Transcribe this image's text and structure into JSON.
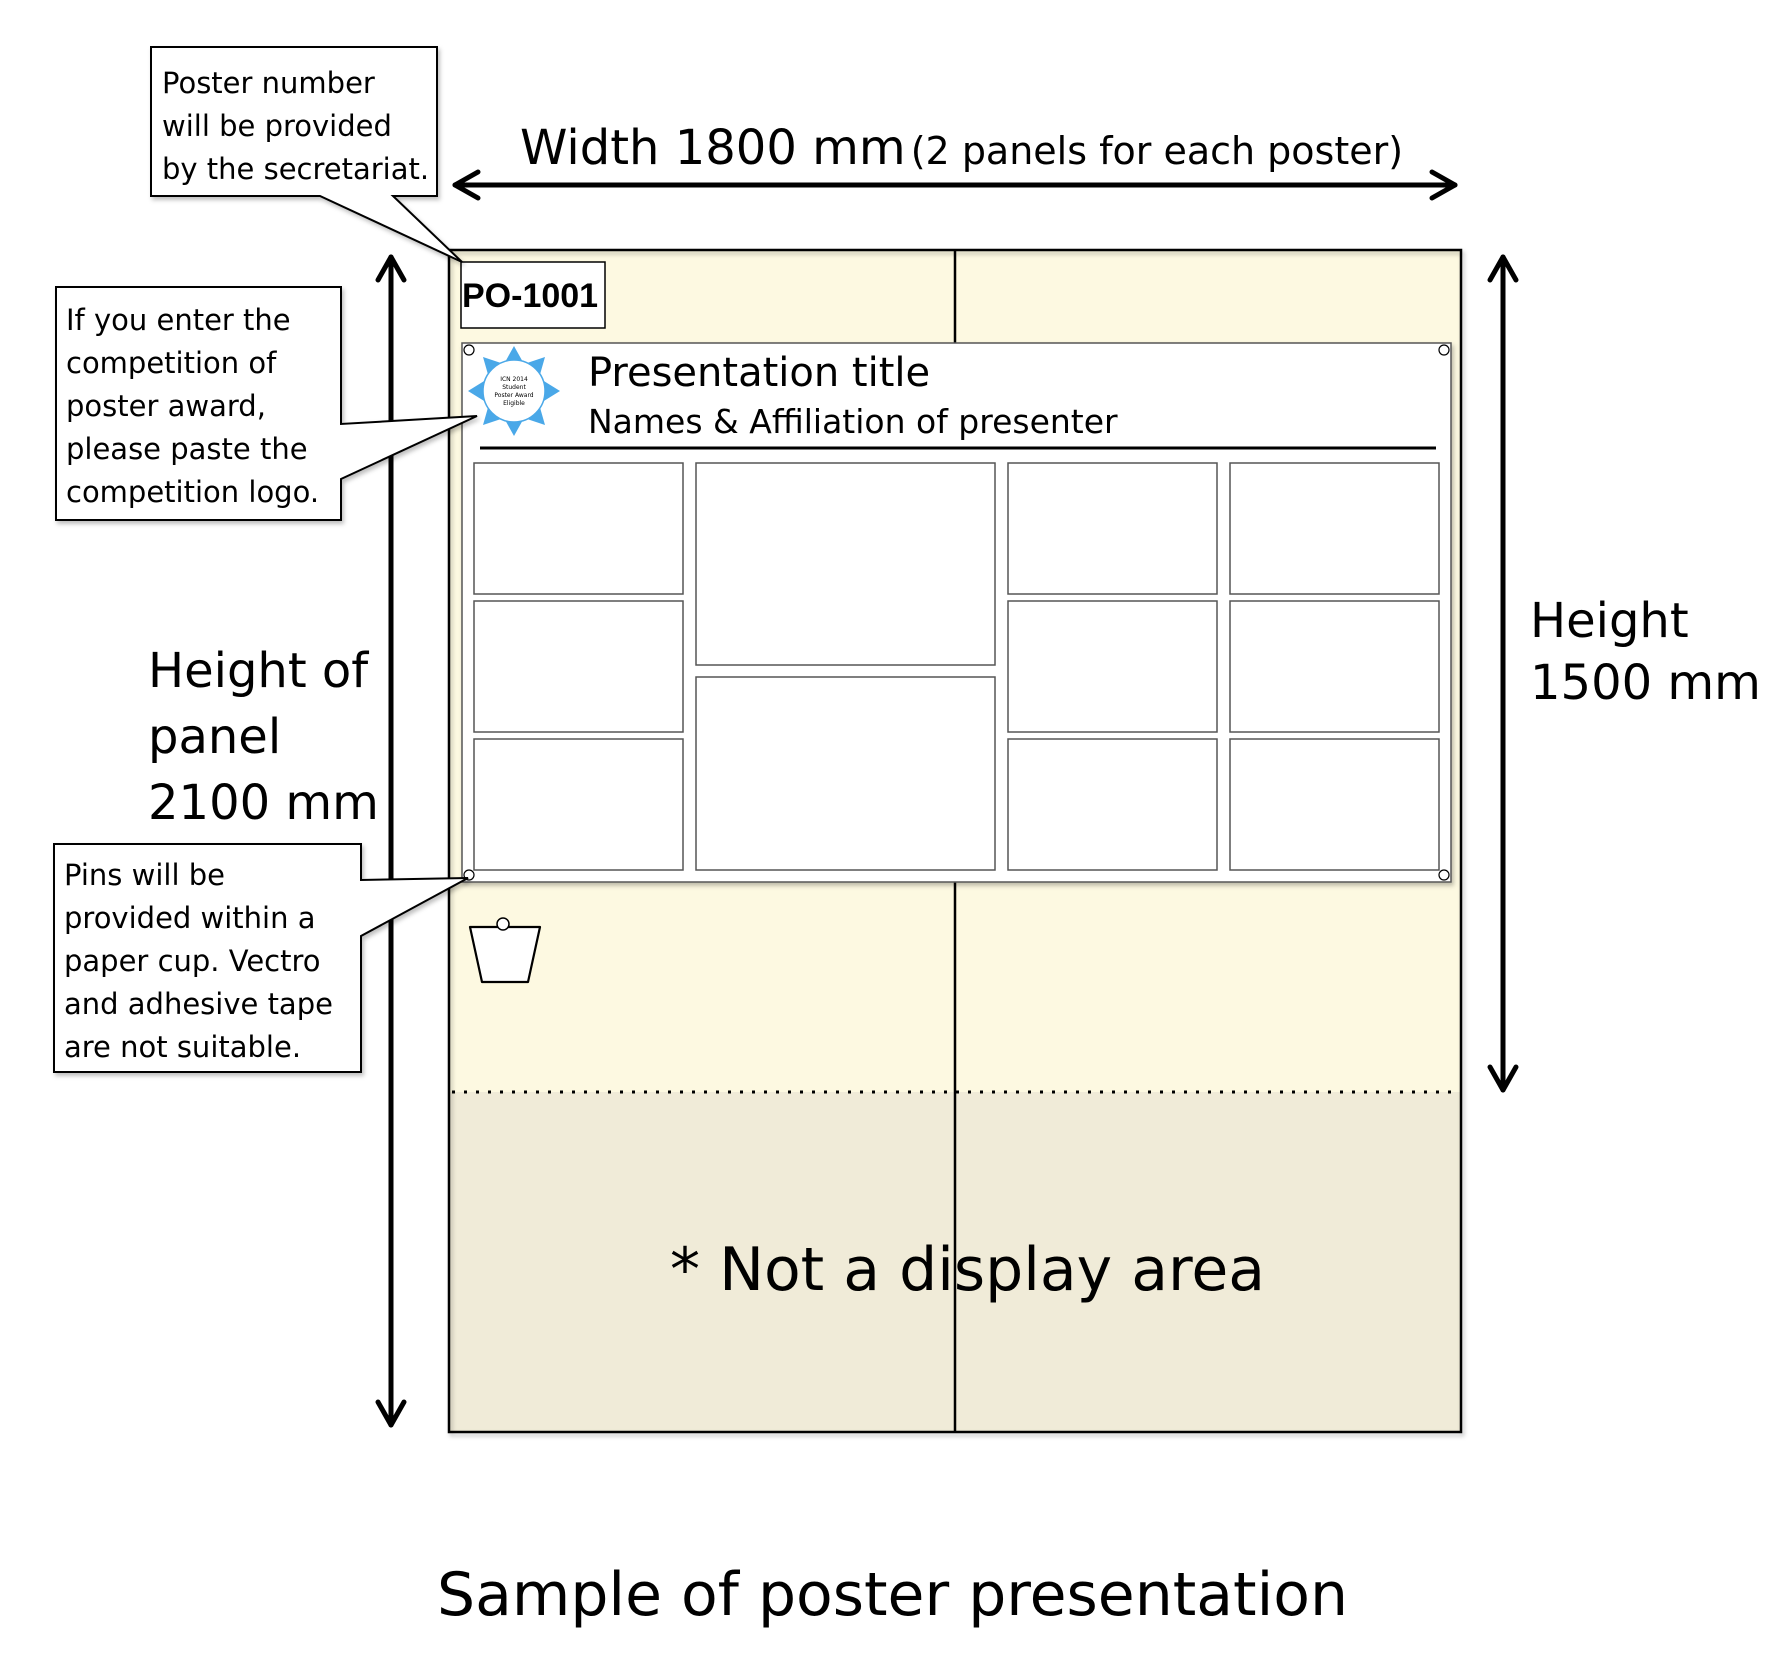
{
  "callouts": {
    "poster_number": [
      "Poster number",
      "will be provided",
      "by the secretariat."
    ],
    "competition_logo": [
      "If you enter the",
      "competition of",
      "poster award,",
      "please paste the",
      "competition logo."
    ],
    "pins": [
      "Pins will be",
      "provided within a",
      "paper cup. Vectro",
      "and adhesive tape",
      "are not suitable."
    ]
  },
  "dimensions": {
    "width_main": "Width 1800 mm",
    "width_sub": "(2 panels for each poster)",
    "panel_height": [
      "Height of",
      "panel",
      "2100 mm"
    ],
    "display_height": [
      "Height",
      "1500 mm"
    ]
  },
  "poster": {
    "number": "PO-1001",
    "title": "Presentation title",
    "names": "Names & Affiliation of presenter",
    "logo_text": [
      "ICN 2014",
      "Student",
      "Poster Award",
      "Eligible"
    ]
  },
  "not_display_area": "* Not a display area",
  "caption": "Sample of poster presentation",
  "colors": {
    "display_area": "#fdf9e1",
    "non_display_area": "#f0ebd8",
    "logo_star": "#4aa8e8",
    "line": "#000000"
  }
}
